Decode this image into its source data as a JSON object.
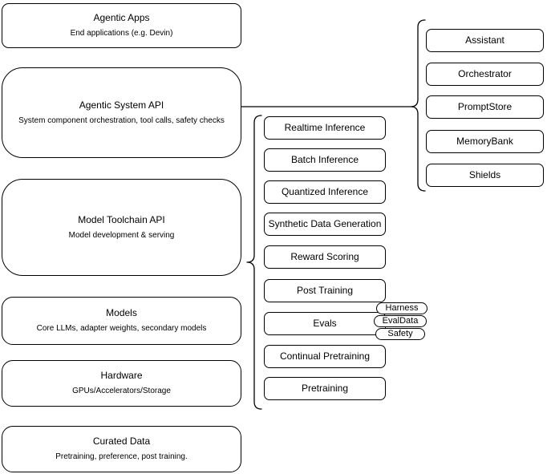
{
  "diagram": {
    "left_stack": [
      {
        "title": "Agentic Apps",
        "subtitle": "End applications (e.g. Devin)"
      },
      {
        "title": "Agentic System API",
        "subtitle": "System component orchestration, tool calls, safety checks"
      },
      {
        "title": "Model Toolchain API",
        "subtitle": "Model development & serving"
      },
      {
        "title": "Models",
        "subtitle": "Core LLMs, adapter weights, secondary models"
      },
      {
        "title": "Hardware",
        "subtitle": "GPUs/Accelerators/Storage"
      },
      {
        "title": "Curated Data",
        "subtitle": "Pretraining, preference, post training."
      }
    ],
    "toolchain_services": [
      "Realtime Inference",
      "Batch Inference",
      "Quantized Inference",
      "Synthetic Data Generation",
      "Reward Scoring",
      "Post Training",
      "Evals",
      "Continual Pretraining",
      "Pretraining"
    ],
    "evals_tags": [
      "Harness",
      "EvalData",
      "Safety"
    ],
    "system_components": [
      "Assistant",
      "Orchestrator",
      "PromptStore",
      "MemoryBank",
      "Shields"
    ],
    "colors": {
      "stroke": "#000000",
      "fill": "#ffffff",
      "text": "#000000",
      "background": "#ffffff"
    }
  }
}
